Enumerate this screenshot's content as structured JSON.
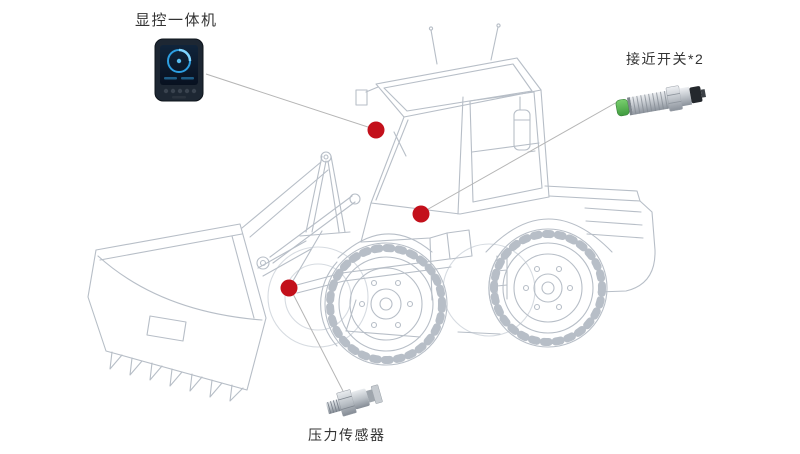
{
  "page": {
    "background": "#ffffff",
    "kind": "product-installation-diagram",
    "subject": "wheel-loader-wireframe"
  },
  "diagram": {
    "callouts": [
      {
        "id": "display-unit",
        "label": "显控一体机"
      },
      {
        "id": "proximity-switch",
        "label": "接近开关*2"
      },
      {
        "id": "pressure-sensor",
        "label": "压力传感器"
      }
    ],
    "colors": {
      "marker_red": "#c3101b",
      "wireframe": "#b7bec7",
      "wireframe_faint": "#d6dbe1",
      "callout_line": "#b5b5b5",
      "label_text": "#333333",
      "switch_green": "#53b44a"
    }
  }
}
